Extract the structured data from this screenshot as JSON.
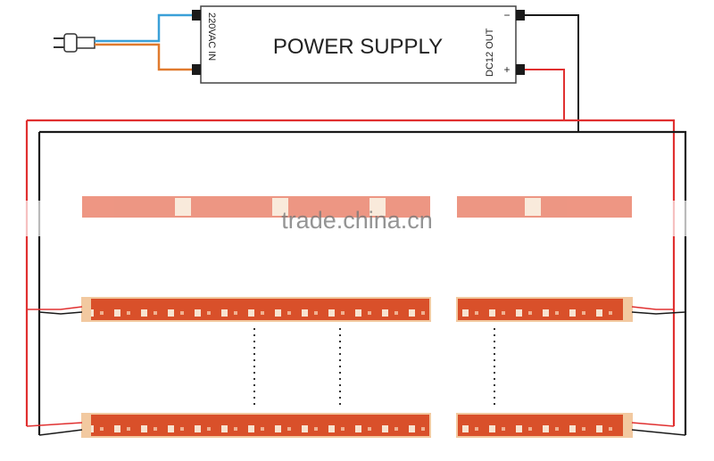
{
  "power_supply": {
    "title": "POWER SUPPLY",
    "input_label": "220VAC IN",
    "output_label": "DC12 OUT",
    "minus_sign": "−",
    "plus_sign": "+"
  },
  "watermark": "trade.china.cn",
  "colors": {
    "positive_wire": "#e03030",
    "negative_wire": "#1a1a1a",
    "ac_wire_blue": "#3aa0d8",
    "ac_wire_orange": "#e07a2e",
    "strip_body": "#d9502a",
    "strip_edge": "#f2c9a0",
    "led_chip": "#f7e3d0"
  },
  "diagram": {
    "strip_rows": [
      "top",
      "middle",
      "bottom"
    ],
    "strip_segments_per_row": 2,
    "continuation_marker": "dotted-vertical-lines"
  }
}
